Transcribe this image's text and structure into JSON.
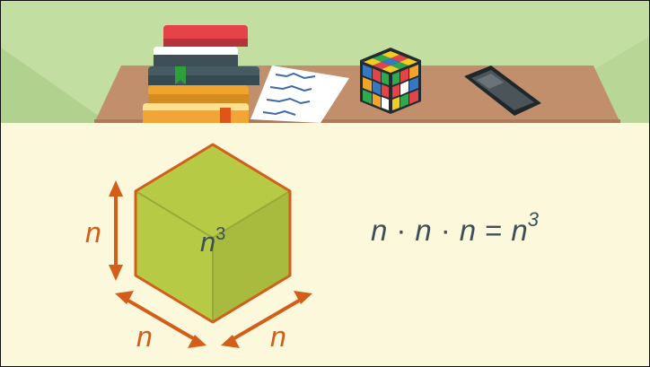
{
  "colors": {
    "sky": "#c2dea0",
    "hill": "#b1d18e",
    "table": "#c28f6c",
    "background": "#fcf8dc",
    "cube_fill": "#b7ca45",
    "cube_side": "#a8bb3f",
    "cube_edge": "#d35e19",
    "arrow": "#d35e19",
    "text_dark": "#3d4f58",
    "text_orange": "#d35e19"
  },
  "scene": {
    "items": [
      "book-stack-icon",
      "paper-notes-icon",
      "rubiks-cube-icon",
      "smartphone-icon"
    ]
  },
  "cube": {
    "label_base": "n",
    "label_exp": "3"
  },
  "dimensions": {
    "height_label": "n",
    "left_label": "n",
    "right_label": "n"
  },
  "equation": {
    "term1": "n",
    "term2": "n",
    "term3": "n",
    "op_dot_1": "·",
    "op_dot_2": "·",
    "op_equals": "=",
    "result_base": "n",
    "result_exp": "3"
  }
}
